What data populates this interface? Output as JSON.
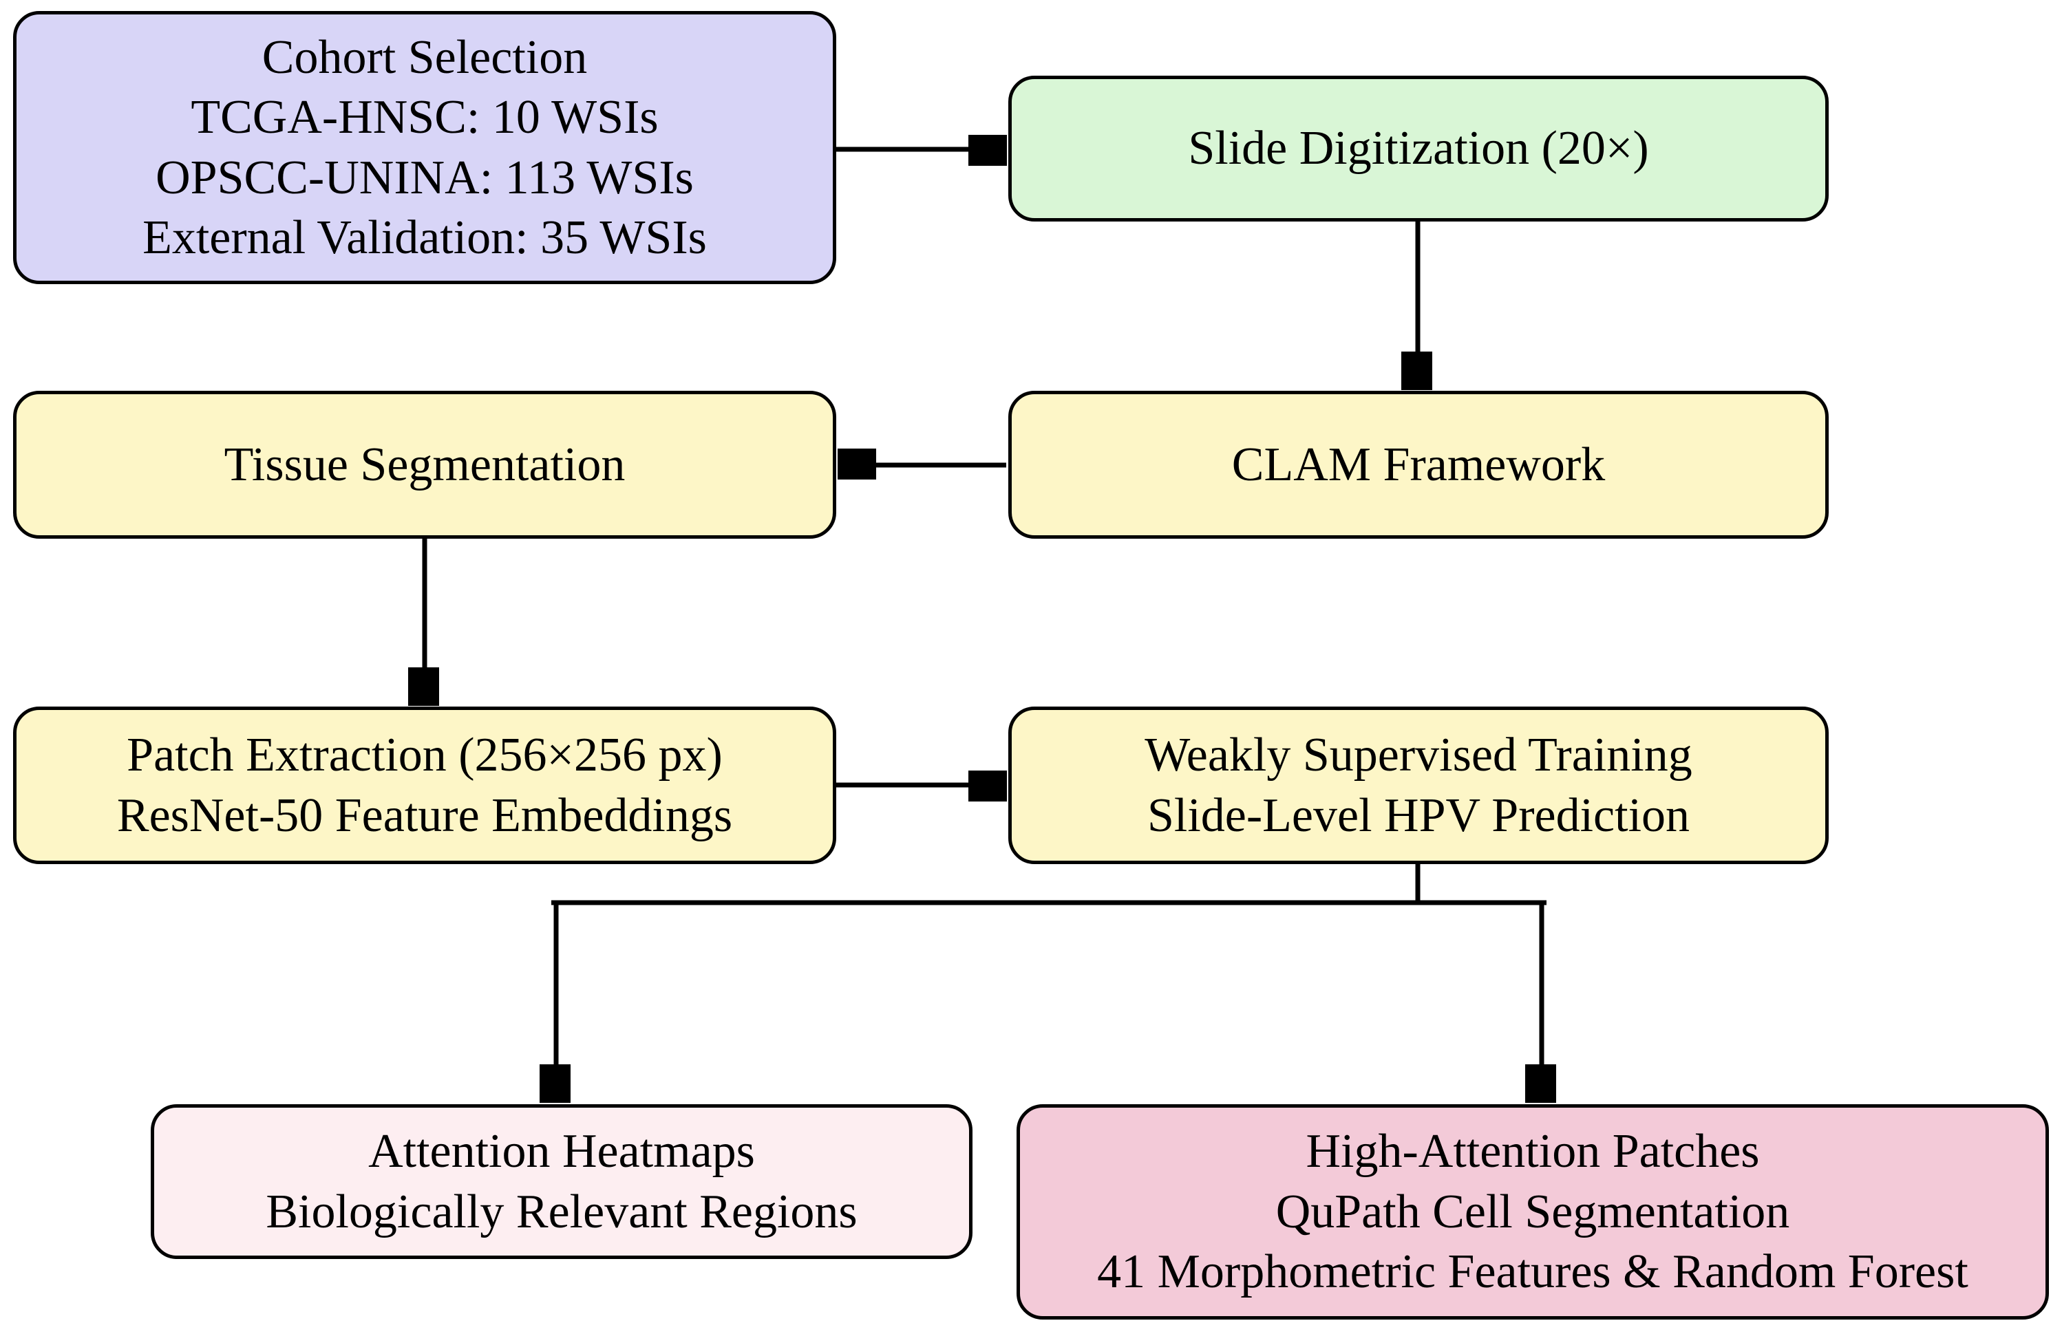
{
  "diagram": {
    "description": "Flowchart of an HPV prediction pipeline for whole-slide images",
    "colors": {
      "node_cohort": "#d8d5f7",
      "node_digitization": "#d9f6d6",
      "node_process": "#fdf6c7",
      "node_output_light": "#fdeef1",
      "node_output_dark": "#f3cad8",
      "border": "#000000",
      "arrow": "#000000",
      "background": "#ffffff"
    },
    "boxes": {
      "cohort": {
        "fill": "#d8d5f7",
        "lines": [
          "Cohort Selection",
          "TCGA-HNSC: 10 WSIs",
          "OPSCC-UNINA: 113 WSIs",
          "External Validation: 35 WSIs"
        ]
      },
      "digitization": {
        "fill": "#d9f6d6",
        "lines": [
          "Slide Digitization (20×)"
        ]
      },
      "tissue": {
        "fill": "#fdf6c7",
        "lines": [
          "Tissue Segmentation"
        ]
      },
      "clam": {
        "fill": "#fdf6c7",
        "lines": [
          "CLAM Framework"
        ]
      },
      "patch": {
        "fill": "#fdf6c7",
        "lines": [
          "Patch Extraction (256×256 px)",
          "ResNet-50 Feature Embeddings"
        ]
      },
      "weakly": {
        "fill": "#fdf6c7",
        "lines": [
          "Weakly Supervised Training",
          "Slide-Level HPV Prediction"
        ]
      },
      "attention": {
        "fill": "#fdeef1",
        "lines": [
          "Attention Heatmaps",
          "Biologically Relevant Regions"
        ]
      },
      "morpho": {
        "fill": "#f3cad8",
        "lines": [
          "High-Attention Patches",
          "QuPath Cell Segmentation",
          "41 Morphometric Features & Random Forest"
        ]
      }
    },
    "edges": [
      {
        "from": "cohort",
        "to": "digitization"
      },
      {
        "from": "digitization",
        "to": "clam"
      },
      {
        "from": "clam",
        "to": "tissue"
      },
      {
        "from": "tissue",
        "to": "patch"
      },
      {
        "from": "patch",
        "to": "weakly"
      },
      {
        "from": "weakly",
        "to": "attention"
      },
      {
        "from": "weakly",
        "to": "morpho"
      }
    ]
  }
}
